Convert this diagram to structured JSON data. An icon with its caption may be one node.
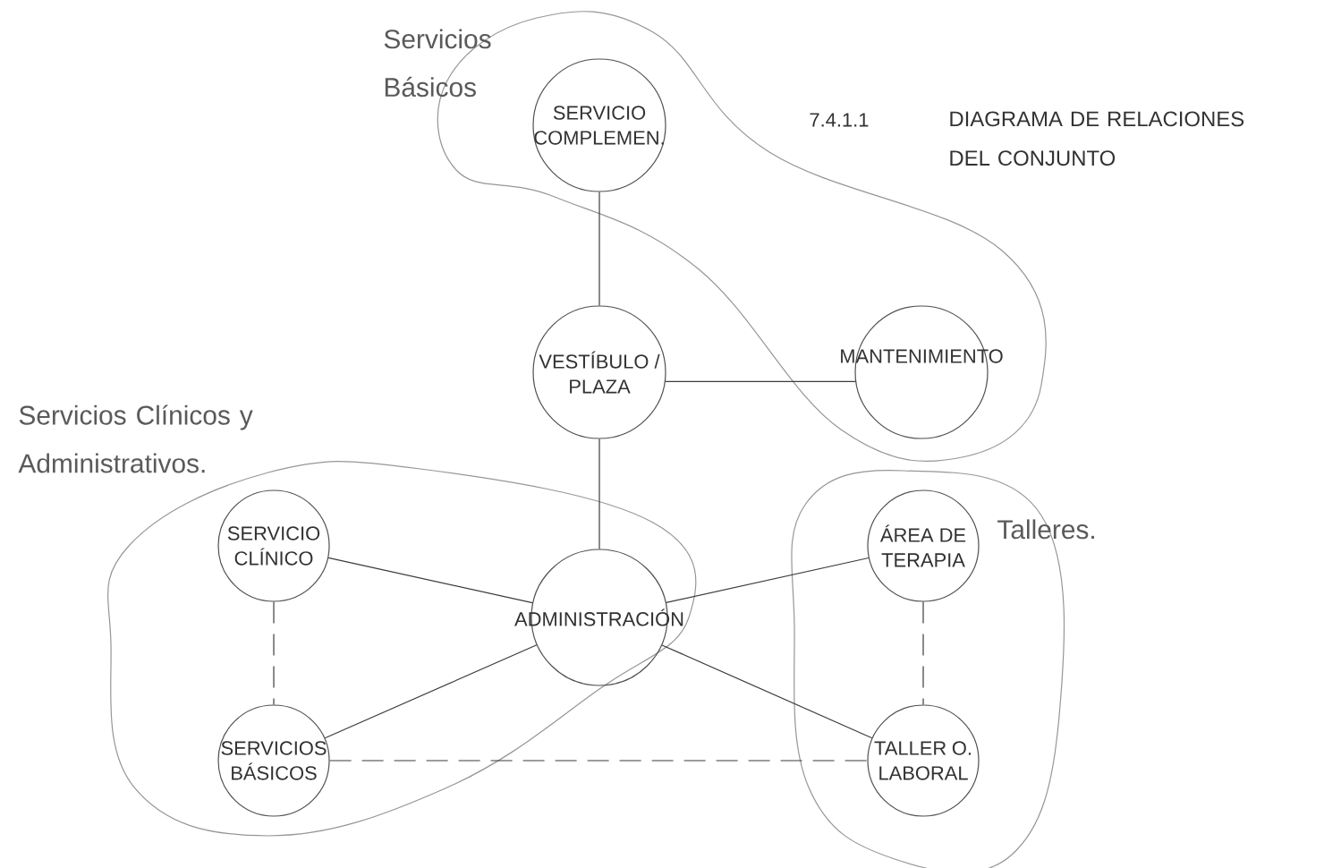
{
  "diagram": {
    "title": "DIAGRAMA DE RELACIONES DEL CONJUNTO",
    "nodes": [
      {
        "text": [
          "Servicios Básicos"
        ]
      },
      {
        "text": [
          "SERVICIO COMPLEMEN."
        ],
        "in": 0
      },
      {
        "text": [
          "MANTENIMIENTO"
        ],
        "in": 0
      },
      {
        "text": [
          "VESTÍBULO / PLAZA"
        ]
      },
      {
        "text": [
          "Servicios Clínicos y Administrativos."
        ]
      },
      {
        "text": [
          "SERVICIO CLÍNICO"
        ],
        "in": 4
      },
      {
        "text": [
          "ADMINISTRACIÓN"
        ],
        "in": 4
      },
      {
        "text": [
          "SERVICIOS BÁSICOS"
        ],
        "in": 4
      },
      {
        "text": [
          "Talleres."
        ]
      },
      {
        "text": [
          "ÁREA DE TERAPIA"
        ],
        "in": 8
      },
      {
        "text": [
          "TALLER O. LABORAL"
        ],
        "in": 8
      }
    ],
    "edges": [
      {
        "from": 1,
        "to": 3,
        "arrow": "none"
      },
      {
        "from": 3,
        "to": 2,
        "arrow": "none"
      },
      {
        "from": 3,
        "to": 6,
        "arrow": "none"
      },
      {
        "from": 5,
        "to": 6,
        "arrow": "none"
      },
      {
        "from": 7,
        "to": 6,
        "arrow": "none"
      },
      {
        "from": 6,
        "to": 9,
        "arrow": "none"
      },
      {
        "from": 6,
        "to": 10,
        "arrow": "none"
      },
      {
        "from": 5,
        "to": 7,
        "arrow": "none",
        "style": "dashed"
      },
      {
        "from": 9,
        "to": 10,
        "arrow": "none",
        "style": "dashed"
      },
      {
        "from": 7,
        "to": 10,
        "arrow": "none",
        "style": "dashed"
      }
    ],
    "labels": [
      "7.4.1.1"
    ]
  }
}
